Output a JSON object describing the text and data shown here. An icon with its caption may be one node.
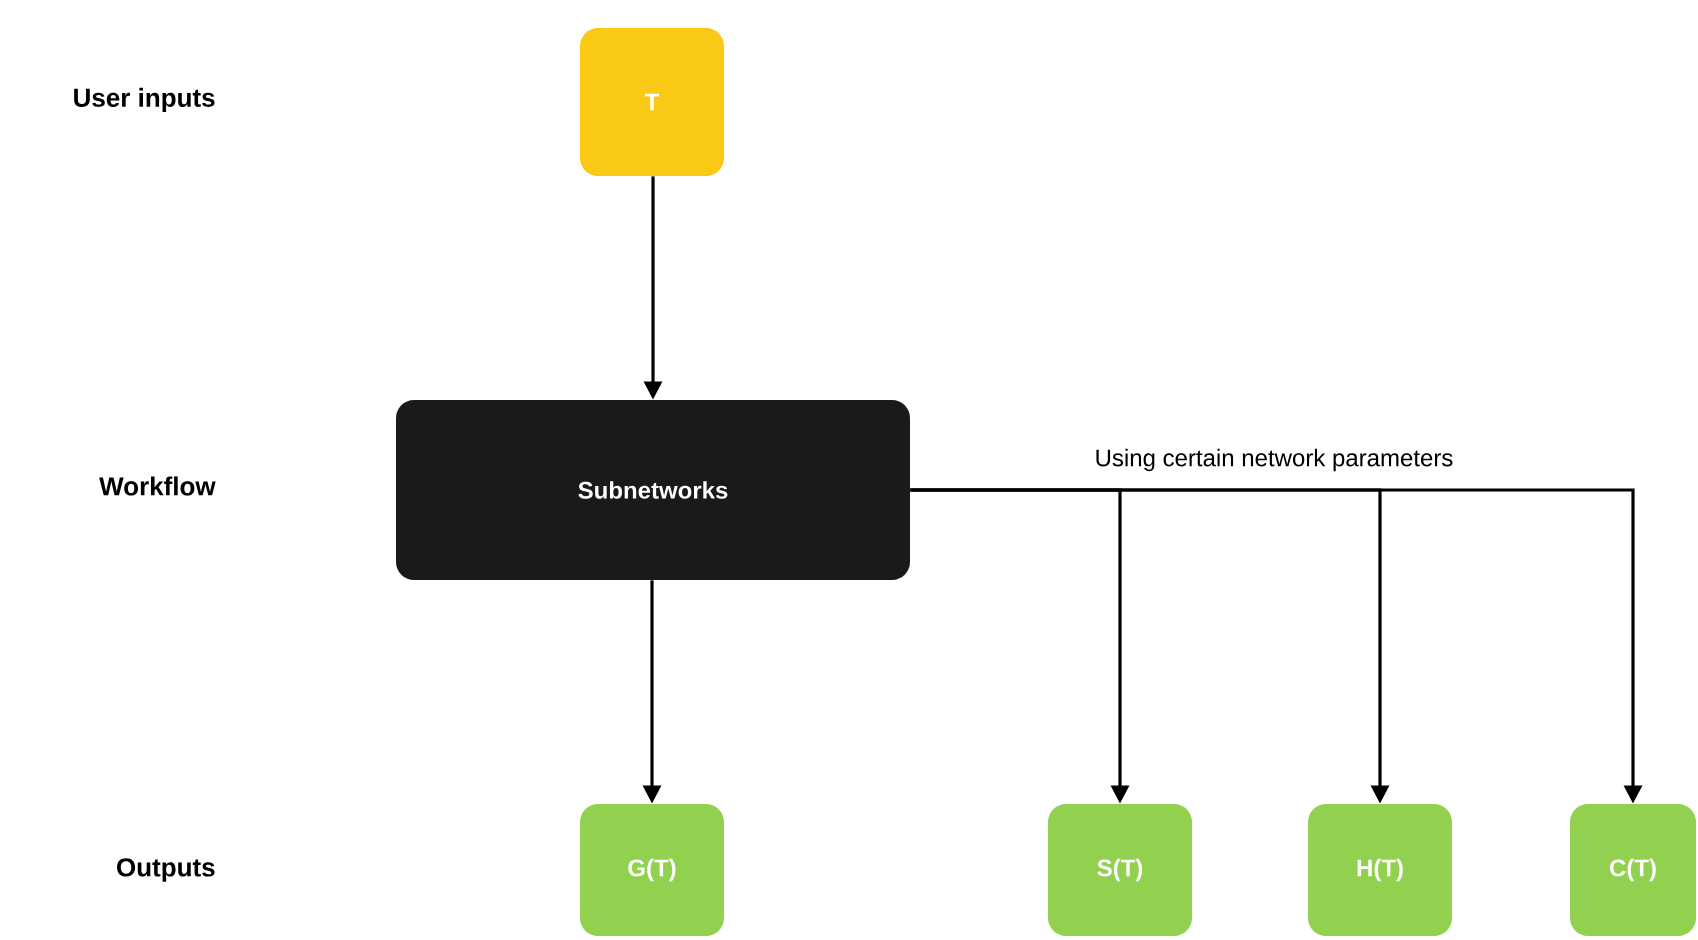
{
  "diagram": {
    "nodes": [
      {
        "text": [
          "T"
        ]
      },
      {
        "text": [
          "Subnetworks"
        ]
      },
      {
        "text": [
          "G(T)"
        ]
      },
      {
        "text": [
          "S(T)"
        ]
      },
      {
        "text": [
          "H(T)"
        ]
      },
      {
        "text": [
          "C(T)"
        ]
      }
    ],
    "edges": [
      {
        "from": 0,
        "to": 1,
        "arrow": "to"
      },
      {
        "from": 1,
        "to": 2,
        "arrow": "to"
      },
      {
        "from": 1,
        "to": 3,
        "arrow": "to",
        "label": "Using certain network parameters"
      },
      {
        "from": 1,
        "to": 4,
        "arrow": "to"
      },
      {
        "from": 1,
        "to": 5,
        "arrow": "to"
      }
    ],
    "labels": [
      "User inputs",
      "Workflow",
      "Outputs"
    ]
  }
}
